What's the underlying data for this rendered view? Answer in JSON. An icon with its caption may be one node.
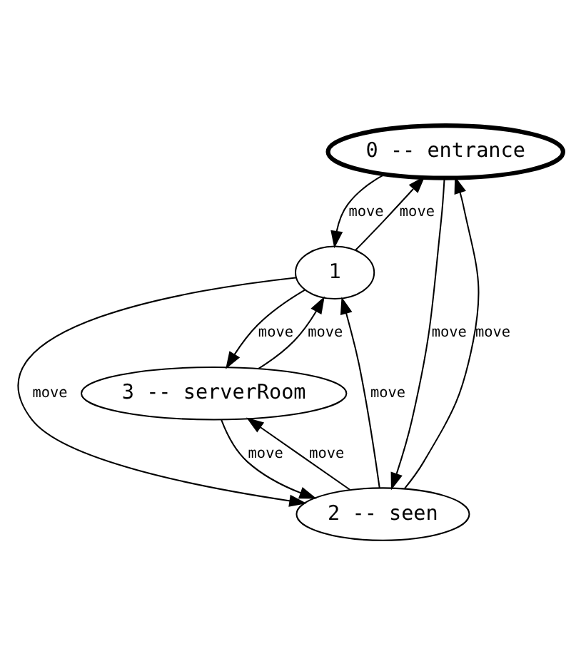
{
  "diagram": {
    "nodes": [
      {
        "text": [
          "0 -- entrance"
        ]
      },
      {
        "text": [
          "1"
        ]
      },
      {
        "text": [
          "2 -- seen"
        ]
      },
      {
        "text": [
          "3 -- serverRoom"
        ]
      }
    ],
    "edges": [
      {
        "from": 0,
        "to": 1,
        "arrow": "to",
        "label": "move"
      },
      {
        "from": 1,
        "to": 0,
        "arrow": "to",
        "label": "move"
      },
      {
        "from": 0,
        "to": 2,
        "arrow": "to",
        "label": "move"
      },
      {
        "from": 2,
        "to": 0,
        "arrow": "to",
        "label": "move"
      },
      {
        "from": 1,
        "to": 2,
        "arrow": "to",
        "label": "move"
      },
      {
        "from": 2,
        "to": 1,
        "arrow": "to",
        "label": "move"
      },
      {
        "from": 1,
        "to": 3,
        "arrow": "to",
        "label": "move"
      },
      {
        "from": 3,
        "to": 1,
        "arrow": "to",
        "label": "move"
      },
      {
        "from": 2,
        "to": 3,
        "arrow": "to",
        "label": "move"
      },
      {
        "from": 3,
        "to": 2,
        "arrow": "to",
        "label": "move"
      }
    ]
  }
}
